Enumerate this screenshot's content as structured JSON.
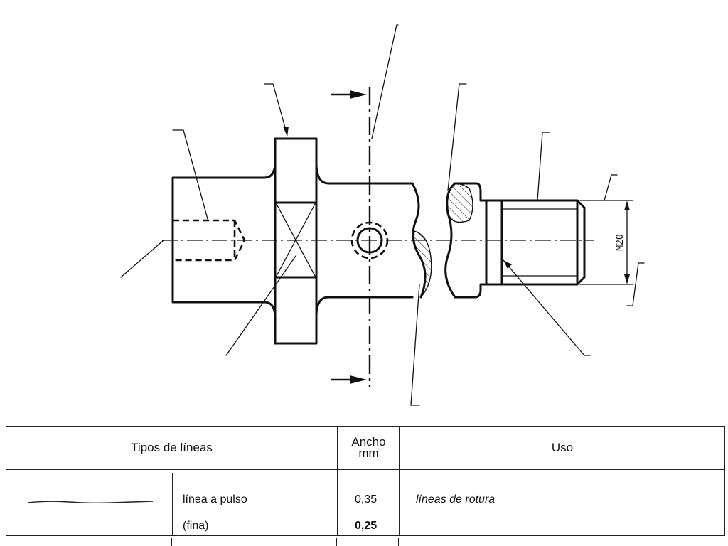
{
  "drawing": {
    "thread_dimension": "M20"
  },
  "table": {
    "headers": {
      "line_types": "Tipos de líneas",
      "width_line1": "Ancho",
      "width_line2": "mm",
      "usage": "Uso"
    },
    "row": {
      "name": "línea a pulso",
      "name_note": "(fina)",
      "width_value": "0,35",
      "width_value_bold": "0,25",
      "usage": "líneas de rotura"
    }
  }
}
